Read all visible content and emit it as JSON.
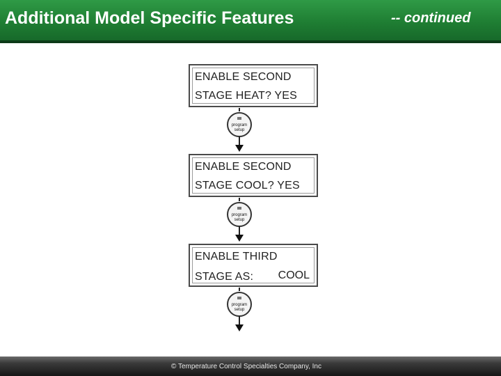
{
  "header": {
    "title": "Additional Model Specific Features",
    "subtitle": "-- continued"
  },
  "screens": [
    {
      "line1": "ENABLE  SECOND",
      "line2": "STAGE  HEAT?  YES",
      "value": ""
    },
    {
      "line1": "ENABLE  SECOND",
      "line2": "STAGE  COOL?  YES",
      "value": ""
    },
    {
      "line1": "ENABLE  THIRD",
      "line2": "STAGE  AS:",
      "value": "COOL"
    }
  ],
  "button": {
    "line1": "program",
    "line2": "setup"
  },
  "footer": {
    "copyright": "© Temperature Control Specialties Company, Inc"
  },
  "colors": {
    "header": "#1f7e33",
    "footer": "#2a2a2a"
  }
}
